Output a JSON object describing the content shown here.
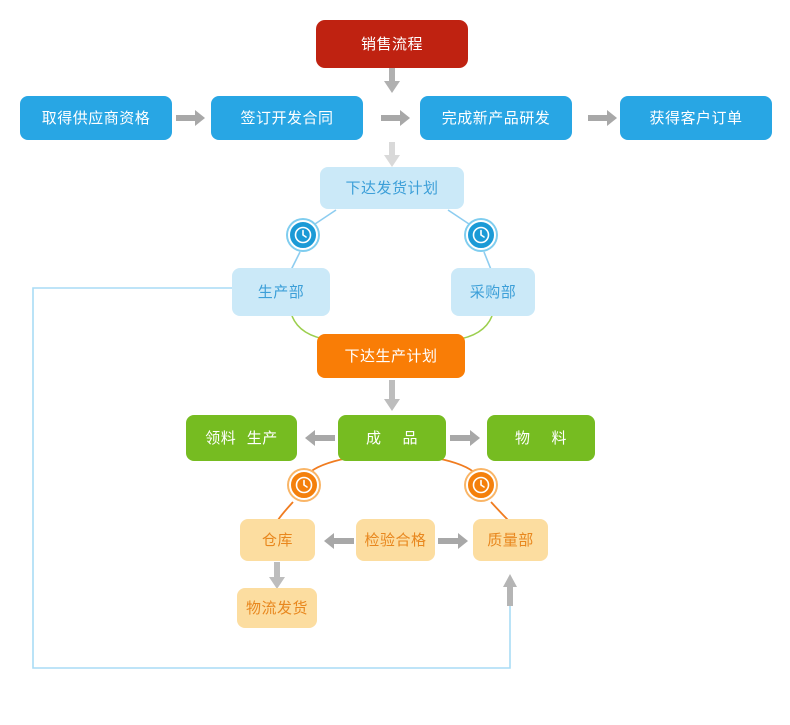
{
  "diagram": {
    "title_node": {
      "label": "销售流程",
      "color": "#bf2211"
    },
    "process_row": [
      {
        "label": "取得供应商资格",
        "color": "#28a6e4"
      },
      {
        "label": "签订开发合同",
        "color": "#28a6e4"
      },
      {
        "label": "完成新产品研发",
        "color": "#28a6e4"
      },
      {
        "label": "获得客户订单",
        "color": "#28a6e4"
      }
    ],
    "shipping_plan": {
      "label": "下达发货计划",
      "color": "#cbe9f8",
      "text_color": "#3c9fd8"
    },
    "departments_blue": [
      {
        "label": "生产部",
        "color": "#cbe9f8",
        "text_color": "#3c9fd8"
      },
      {
        "label": "采购部",
        "color": "#cbe9f8",
        "text_color": "#3c9fd8"
      }
    ],
    "production_plan": {
      "label": "下达生产计划",
      "color": "#f97d06"
    },
    "green_row": [
      {
        "label": "领料  生产",
        "color": "#76bc21"
      },
      {
        "label": "成    品",
        "color": "#76bc21"
      },
      {
        "label": "物    料",
        "color": "#76bc21"
      }
    ],
    "peach_row": [
      {
        "label": "仓库",
        "color": "#fcdda0",
        "text_color": "#e8871e"
      },
      {
        "label": "检验合格",
        "color": "#fcdda0",
        "text_color": "#e8871e"
      },
      {
        "label": "质量部",
        "color": "#fcdda0",
        "text_color": "#e8871e"
      }
    ],
    "logistics": {
      "label": "物流发货",
      "color": "#fcdda0",
      "text_color": "#e8871e"
    },
    "badges": [
      {
        "name": "clock-badge-production",
        "style": "blue"
      },
      {
        "name": "clock-badge-purchasing",
        "style": "blue"
      },
      {
        "name": "clock-badge-warehouse",
        "style": "orange"
      },
      {
        "name": "clock-badge-quality",
        "style": "orange"
      }
    ],
    "colors": {
      "arrow_gray": "#a8a8a8",
      "wire_blue": "#8ecdf0",
      "wire_green": "#9ccf4e",
      "wire_orange": "#f07c20",
      "loop_blue": "#a9dcf5"
    }
  }
}
